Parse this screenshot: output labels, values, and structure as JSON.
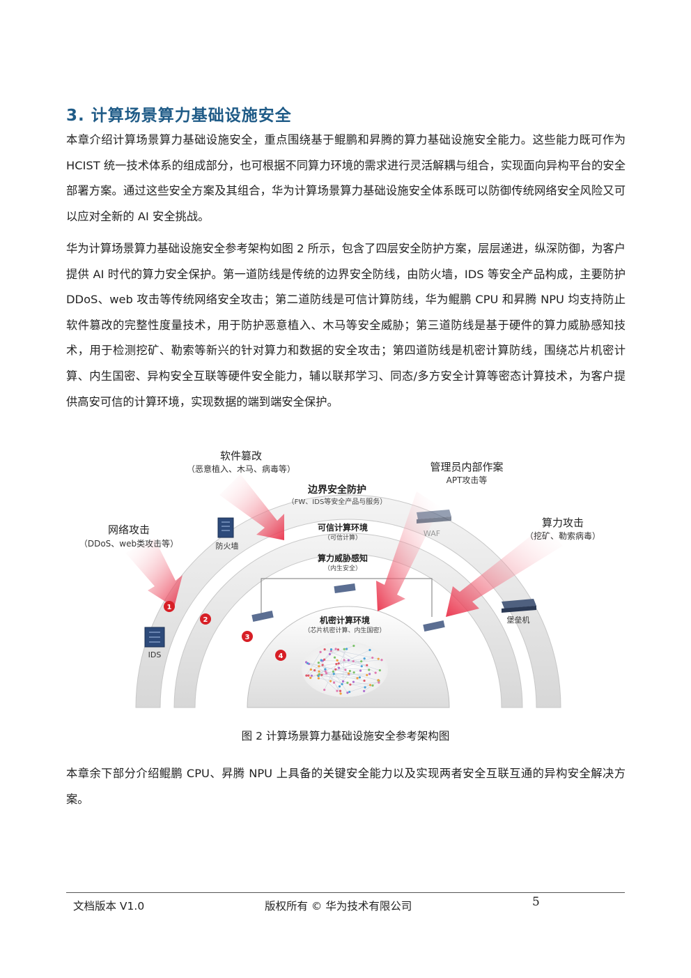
{
  "section": {
    "heading": "3. 计算场景算力基础设施安全"
  },
  "paragraphs": {
    "p1": "本章介绍计算场景算力基础设施安全，重点围绕基于鲲鹏和昇腾的算力基础设施安全能力。这些能力既可作为 HCIST 统一技术体系的组成部分，也可根据不同算力环境的需求进行灵活解耦与组合，实现面向异构平台的安全部署方案。通过这些安全方案及其组合，华为计算场景算力基础设施安全体系既可以防御传统网络安全风险又可以应对全新的 AI 安全挑战。",
    "p2": "华为计算场景算力基础设施安全参考架构如图 2 所示，包含了四层安全防护方案，层层递进，纵深防御，为客户提供 AI 时代的算力安全保护。第一道防线是传统的边界安全防线，由防火墙，IDS 等安全产品构成，主要防护 DDoS、web 攻击等传统网络安全攻击；第二道防线是可信计算防线，华为鲲鹏 CPU 和昇腾 NPU 均支持防止软件篡改的完整性度量技术，用于防护恶意植入、木马等安全威胁；第三道防线是基于硬件的算力威胁感知技术，用于检测挖矿、勒索等新兴的针对算力和数据的安全攻击；第四道防线是机密计算防线，围绕芯片机密计算、内生国密、异构安全互联等硬件安全能力，辅以联邦学习、同态/多方安全计算等密态计算技术，为客户提供高安可信的计算环境，实现数据的端到端安全保护。",
    "p3": "本章余下部分介绍鲲鹏 CPU、昇腾 NPU 上具备的关键安全能力以及实现两者安全互联互通的异构安全解决方案。"
  },
  "figure": {
    "caption": "图 2  计算场景算力基础设施安全参考架构图",
    "threats": {
      "software_title": "软件篡改",
      "software_sub": "（恶意植入、木马、病毒等）",
      "network_title": "网络攻击",
      "network_sub": "（DDoS、web类攻击等）",
      "admin_title": "管理员内部作案",
      "admin_sub": "APT攻击等",
      "compute_title": "算力攻击",
      "compute_sub": "（挖矿、勒索病毒）"
    },
    "layers": {
      "boundary_title": "边界安全防护",
      "boundary_sub": "（FW、IDS等安全产品与服务）",
      "trusted_title": "可信计算环境",
      "trusted_sub": "（可信计算）",
      "threat_title": "算力威胁感知",
      "threat_sub": "（内生安全）",
      "confidential_title": "机密计算环境",
      "confidential_sub": "（芯片机密计算、内生国密）"
    },
    "devices": {
      "firewall": "防火墙",
      "ids": "IDS",
      "waf": "WAF",
      "bastion": "堡垒机"
    },
    "markers": [
      "1",
      "2",
      "3",
      "4"
    ],
    "colors": {
      "arrow": "#e8253f",
      "marker": "#d71f26",
      "arc": "#e4e4e4"
    }
  },
  "footer": {
    "version": "文档版本  V1.0",
    "copyright": "版权所有  ©  华为技术有限公司",
    "page": "5"
  }
}
